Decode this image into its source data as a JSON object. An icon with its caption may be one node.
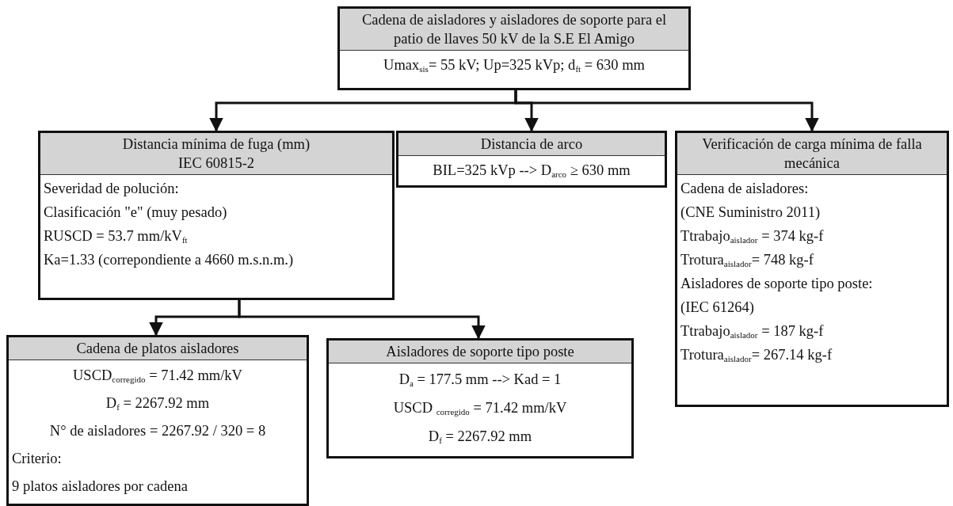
{
  "diagram": {
    "nodes": [
      {
        "text": [
          "Cadena de aisladores y aisladores de soporte para el patio de llaves 50 kV de la S.E El Amigo",
          "Umax$_{sis}$= 55 kV; Up=325 kVp; d$_{ft}$ = 630 mm"
        ]
      },
      {
        "text": [
          "Distancia mínima de fuga (mm)",
          "IEC 60815-2",
          "Severidad de polución:",
          "Clasificación \"e\" (muy pesado)",
          "RUSCD = 53.7 mm/kV$_{ft}$",
          "Ka=1.33 (correpondiente a 4660 m.s.n.m.)"
        ]
      },
      {
        "text": [
          "Distancia de arco",
          "BIL=325 kVp --> D$_{arco}$ ≥ 630 mm"
        ]
      },
      {
        "text": [
          "Verificación de carga mínima de falla mecánica",
          "Cadena de aisladores:",
          "(CNE Suministro 2011)",
          "Ttrabajo$_{aislador}$ = 374 kg-f",
          "Trotura$_{aislador}$= 748 kg-f",
          "Aisladores de soporte tipo poste:",
          "(IEC 61264)",
          "Ttrabajo$_{aislador}$ = 187 kg-f",
          "Trotura$_{aislador}$= 267.14 kg-f"
        ]
      },
      {
        "text": [
          "Cadena de platos aisladores",
          "USCD$_{corregido}$ = 71.42 mm/kV",
          "D$_{f}$ = 2267.92 mm",
          "N° de aisladores = 2267.92 / 320 = 8",
          "Criterio:",
          "9 platos aisladores por cadena"
        ]
      },
      {
        "text": [
          "Aisladores de soporte tipo poste",
          "D$_{a}$ = 177.5 mm --> Kad = 1",
          "USCD $_{corregido}$ = 71.42 mm/kV",
          "D$_{f}$ = 2267.92 mm"
        ]
      }
    ],
    "edges": [
      {
        "from": 0,
        "to": 1,
        "arrow": "to"
      },
      {
        "from": 0,
        "to": 2,
        "arrow": "to"
      },
      {
        "from": 0,
        "to": 3,
        "arrow": "to"
      },
      {
        "from": 1,
        "to": 4,
        "arrow": "to"
      },
      {
        "from": 1,
        "to": 5,
        "arrow": "to"
      }
    ]
  }
}
